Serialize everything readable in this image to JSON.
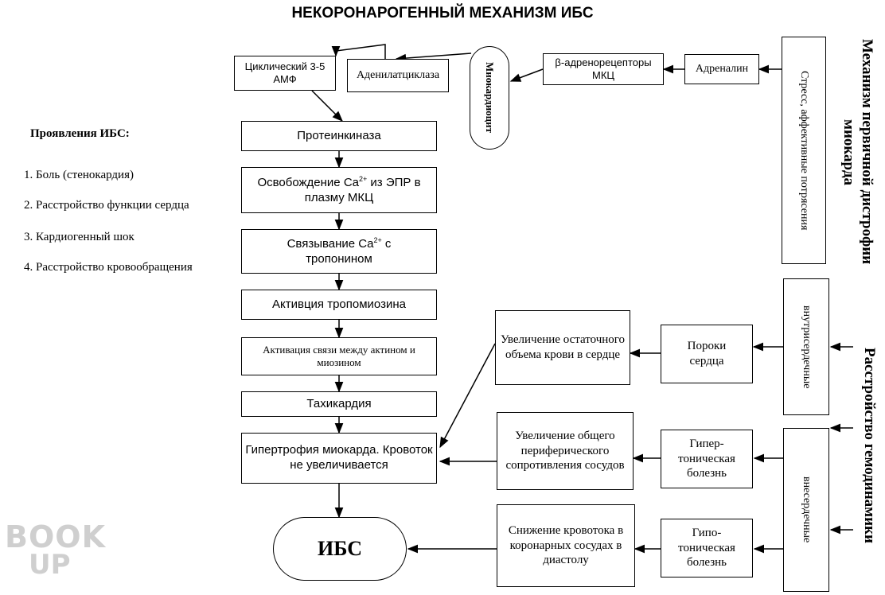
{
  "title": "НЕКОРОНАРОГЕННЫЙ МЕХАНИЗМ ИБС",
  "chain": {
    "cyclic_amp": "Циклический 3-5 АМФ",
    "adenylate_cyclase": "Аденилатциклаза",
    "myocyte": "Миокардиоцит",
    "beta_receptors": "β-адренорецепторы МКЦ",
    "adrenaline": "Адреналин",
    "stress": "Стресс, аффективные потрясения",
    "protein_kinase": "Протеинкиназа",
    "ca_release_pre": "Освобождение Ca",
    "ca_release_sup": "2+",
    "ca_release_post": " из ЭПР в плазму МКЦ",
    "ca_binding_pre": "Связывание Ca",
    "ca_binding_sup": "2+",
    "ca_binding_post": " с тропонином",
    "tropomyosin": "Активция тропомиозина",
    "actin_myosin": "Активация связи между актином и миозином",
    "tachycardia": "Тахикардия",
    "hypertrophy": "Гипертрофия миокарда. Кровоток не увеличивается",
    "ibs": "ИБС"
  },
  "side_titles": {
    "primary_dystrophy": "Механизм первичной дистрофии миокарда",
    "hemodynamics": "Расстройство гемодинамики"
  },
  "manifestations": {
    "heading": "Проявления ИБС:",
    "items": [
      "1. Боль (стенокардия)",
      "2. Расстройство функции сердца",
      "3. Кардиогенный шок",
      "4. Расстройство кровообращения"
    ]
  },
  "hemo": {
    "intracardiac": "внутрисердечные",
    "extracardiac": "внесердечные",
    "heart_defects": "Пороки сердца",
    "residual_volume": "Увеличение остаточного объема крови в сердце",
    "hypertension": "Гипер-тоническая болезнь",
    "resistance": "Увеличение общего периферического сопротивления сосудов",
    "hypotension": "Гипо-тоническая болезнь",
    "flow_decrease": "Снижение кровотока в коронарных сосудах в диастолу"
  },
  "watermark": {
    "line1": "BOOK",
    "line2": "UP"
  }
}
